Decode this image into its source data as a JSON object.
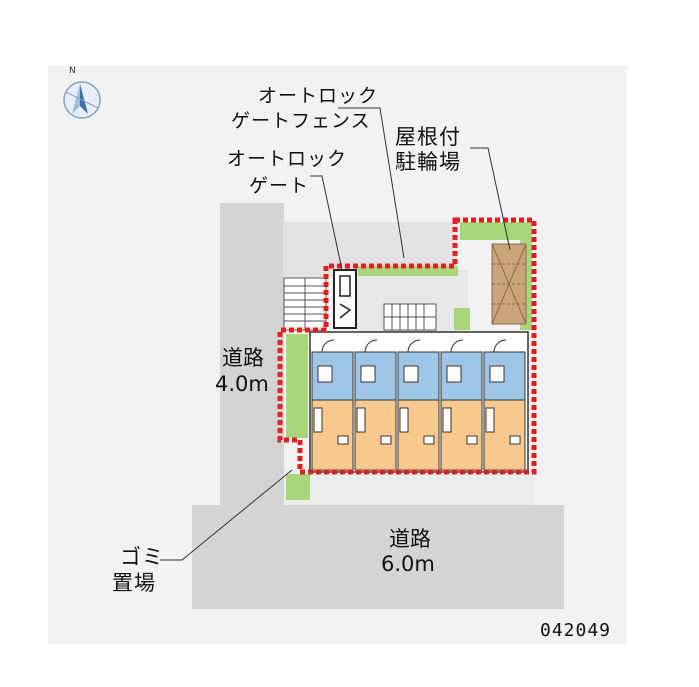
{
  "labels": {
    "autolock_fence_line1": "オートロック",
    "autolock_fence_line2": "ゲートフェンス",
    "roof_bike_line1": "屋根付",
    "roof_bike_line2": "駐輪場",
    "autolock_gate_line1": "オートロック",
    "autolock_gate_line2": "ゲート",
    "road_west_name": "道路",
    "road_west_width": "4.0m",
    "road_south_name": "道路",
    "road_south_width": "6.0m",
    "garbage_line1": "ゴミ",
    "garbage_line2": "置場",
    "property_code": "042049",
    "compass_north": "N"
  },
  "colors": {
    "background": "#f2f2f2",
    "road": "#d4d4d4",
    "building_blue": "#9ec4e6",
    "building_orange": "#f7c98e",
    "greenery": "#a9d67a",
    "bike_parking": "#c9a67a",
    "boundary": "#e02020",
    "courtyard": "#e8e8e8"
  }
}
